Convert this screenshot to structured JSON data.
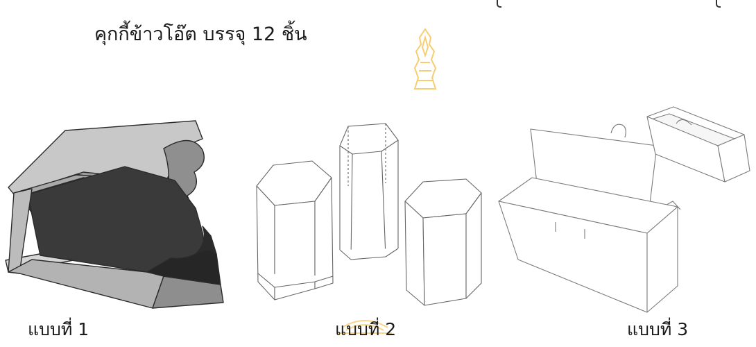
{
  "document": {
    "title": "คุกกี้ข้าวโอ๊ต บรรจุ 12 ชิ้น",
    "captions": [
      "แบบที่ 1",
      "แบบที่ 2",
      "แบบที่ 3"
    ]
  },
  "figures": [
    {
      "depicts": "open rectangular box with hinged lid and dark wavy insert",
      "fill_color": "#b3b3b3",
      "dark_color": "#3a3a3a"
    },
    {
      "depicts": "three hexagonal prism boxes",
      "stroke_color": "#666666"
    },
    {
      "depicts": "rectangular box with open flip lid and closed box with tuck-flap",
      "stroke_color": "#7a7a7a"
    }
  ],
  "watermark": {
    "depicts": "orange emblem",
    "color": "#f0a500"
  }
}
